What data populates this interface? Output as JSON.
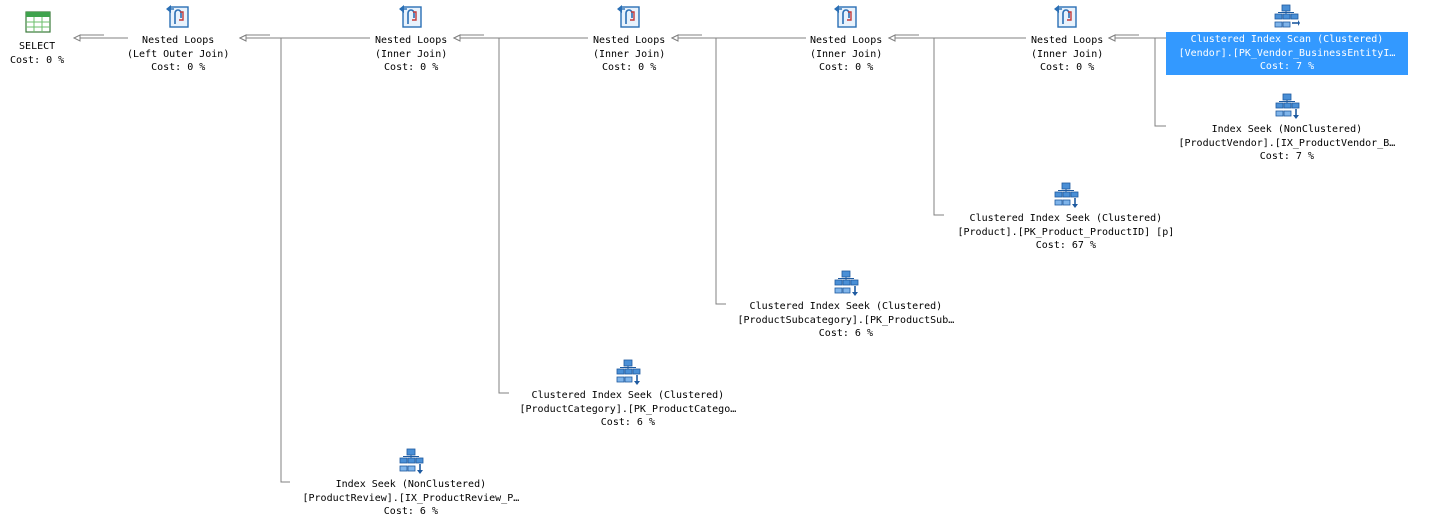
{
  "plan": {
    "nodes": [
      {
        "id": "select",
        "icon": "select-icon",
        "lines": [
          "SELECT",
          "Cost: 0 %"
        ],
        "selected": false
      },
      {
        "id": "nl1",
        "icon": "nested-loops-icon",
        "lines": [
          "Nested Loops",
          "(Left Outer Join)",
          "Cost: 0 %"
        ],
        "selected": false
      },
      {
        "id": "nl2",
        "icon": "nested-loops-icon",
        "lines": [
          "Nested Loops",
          "(Inner Join)",
          "Cost: 0 %"
        ],
        "selected": false
      },
      {
        "id": "nl3",
        "icon": "nested-loops-icon",
        "lines": [
          "Nested Loops",
          "(Inner Join)",
          "Cost: 0 %"
        ],
        "selected": false
      },
      {
        "id": "nl4",
        "icon": "nested-loops-icon",
        "lines": [
          "Nested Loops",
          "(Inner Join)",
          "Cost: 0 %"
        ],
        "selected": false
      },
      {
        "id": "nl5",
        "icon": "nested-loops-icon",
        "lines": [
          "Nested Loops",
          "(Inner Join)",
          "Cost: 0 %"
        ],
        "selected": false
      },
      {
        "id": "scan_vendor",
        "icon": "clustered-index-scan-icon",
        "lines": [
          "Clustered Index Scan (Clustered)",
          "[Vendor].[PK_Vendor_BusinessEntityI…",
          "Cost: 7 %"
        ],
        "selected": true
      },
      {
        "id": "seek_pv",
        "icon": "index-seek-icon",
        "lines": [
          "Index Seek (NonClustered)",
          "[ProductVendor].[IX_ProductVendor_B…",
          "Cost: 7 %"
        ],
        "selected": false
      },
      {
        "id": "seek_product",
        "icon": "clustered-index-seek-icon",
        "lines": [
          "Clustered Index Seek (Clustered)",
          "[Product].[PK_Product_ProductID] [p]",
          "Cost: 67 %"
        ],
        "selected": false
      },
      {
        "id": "seek_subcat",
        "icon": "clustered-index-seek-icon",
        "lines": [
          "Clustered Index Seek (Clustered)",
          "[ProductSubcategory].[PK_ProductSub…",
          "Cost: 6 %"
        ],
        "selected": false
      },
      {
        "id": "seek_cat",
        "icon": "clustered-index-seek-icon",
        "lines": [
          "Clustered Index Seek (Clustered)",
          "[ProductCategory].[PK_ProductCatego…",
          "Cost: 6 %"
        ],
        "selected": false
      },
      {
        "id": "seek_review",
        "icon": "index-seek-icon",
        "lines": [
          "Index Seek (NonClustered)",
          "[ProductReview].[IX_ProductReview_P…",
          "Cost: 6 %"
        ],
        "selected": false
      }
    ],
    "edges": [
      {
        "from": "nl1",
        "to": "select"
      },
      {
        "from": "nl2",
        "to": "nl1"
      },
      {
        "from": "seek_review",
        "to": "nl1"
      },
      {
        "from": "nl3",
        "to": "nl2"
      },
      {
        "from": "seek_cat",
        "to": "nl2"
      },
      {
        "from": "nl4",
        "to": "nl3"
      },
      {
        "from": "seek_subcat",
        "to": "nl3"
      },
      {
        "from": "nl5",
        "to": "nl4"
      },
      {
        "from": "seek_product",
        "to": "nl4"
      },
      {
        "from": "scan_vendor",
        "to": "nl5"
      },
      {
        "from": "seek_pv",
        "to": "nl5"
      }
    ]
  },
  "colors": {
    "edge": "#808080",
    "selected_bg": "#3399ff",
    "selected_text": "#ffffff"
  }
}
